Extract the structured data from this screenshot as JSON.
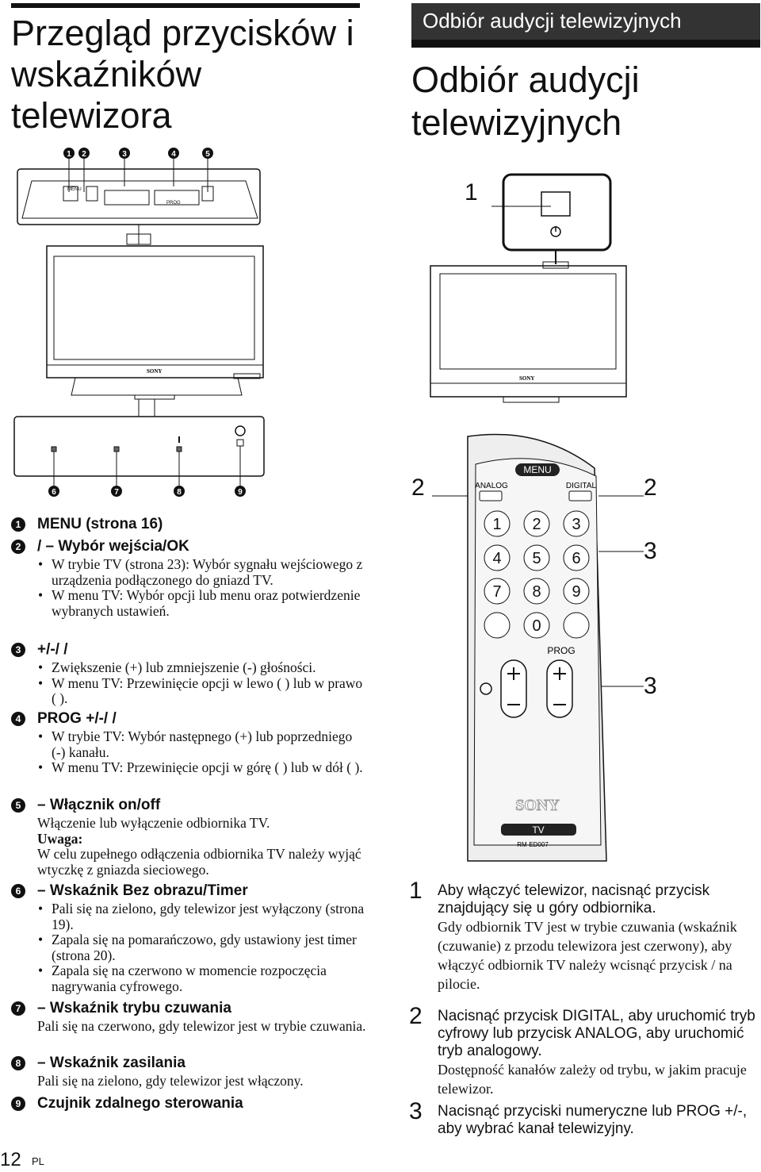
{
  "left_title": "Przegląd przycisków i wskaźników telewizora",
  "section_tab": "Odbiór audycji telewizyjnych",
  "section_title": "Odbiór audycji telewizyjnych",
  "panel_numbers": [
    "1",
    "2",
    "3",
    "4",
    "5"
  ],
  "panel_labels": {
    "menu": "MENU",
    "prog": "PROG",
    "brand_small": "SONY"
  },
  "indicator_numbers": [
    "6",
    "7",
    "8",
    "9"
  ],
  "items": [
    {
      "num": "1",
      "head": "MENU (strona 16)",
      "body": []
    },
    {
      "num": "2",
      "head": "/ – Wybór wejścia/OK",
      "body": [
        {
          "type": "bullet",
          "text": "W trybie TV (strona 23): Wybór sygnału wejściowego z urządzenia podłączonego do gniazd TV."
        },
        {
          "type": "bullet",
          "text": "W menu TV: Wybór opcji lub menu oraz potwierdzenie wybranych ustawień."
        }
      ]
    },
    {
      "num": "3",
      "head": " +/-/ / ",
      "body": [
        {
          "type": "bullet",
          "text": "Zwiększenie (+) lub zmniejszenie (-) głośności."
        },
        {
          "type": "bullet",
          "text": "W menu TV: Przewinięcie opcji w lewo ( ) lub w prawo ( )."
        }
      ]
    },
    {
      "num": "4",
      "head": "PROG +/-/ / ",
      "body": [
        {
          "type": "bullet",
          "text": "W trybie TV: Wybór następnego (+) lub poprzedniego (-) kanału."
        },
        {
          "type": "bullet",
          "text": "W menu TV: Przewinięcie opcji w górę ( ) lub w dół ( )."
        }
      ]
    },
    {
      "num": "5",
      "head": " – Włącznik on/off",
      "body": [
        {
          "type": "para",
          "text": "Włączenie lub wyłączenie odbiornika TV."
        },
        {
          "type": "bold",
          "text": "Uwaga:"
        },
        {
          "type": "para",
          "text": "W celu zupełnego odłączenia odbiornika TV należy wyjąć wtyczkę z gniazda sieciowego."
        }
      ]
    },
    {
      "num": "6",
      "head": " – Wskaźnik Bez obrazu/Timer",
      "body": [
        {
          "type": "bullet",
          "text": "Pali się na zielono, gdy telewizor jest wyłączony (strona 19)."
        },
        {
          "type": "bullet",
          "text": "Zapala się na pomarańczowo, gdy ustawiony jest timer (strona 20)."
        },
        {
          "type": "bullet",
          "text": "Zapala się na czerwono w momencie rozpoczęcia nagrywania cyfrowego."
        }
      ]
    },
    {
      "num": "7",
      "head": " – Wskaźnik trybu czuwania",
      "body": [
        {
          "type": "para",
          "text": "Pali się na czerwono, gdy telewizor jest w trybie czuwania."
        }
      ]
    },
    {
      "num": "8",
      "head": " – Wskaźnik zasilania",
      "body": [
        {
          "type": "para",
          "text": "Pali się na zielono, gdy telewizor jest włączony."
        }
      ]
    },
    {
      "num": "9",
      "head": "Czujnik zdalnego sterowania",
      "body": []
    }
  ],
  "callouts": {
    "c1": "1",
    "c2": "2",
    "c3": "3"
  },
  "remote": {
    "menu": "MENU",
    "analog": "ANALOG",
    "digital": "DIGITAL",
    "prog": "PROG",
    "keys": [
      "1",
      "2",
      "3",
      "4",
      "5",
      "6",
      "7",
      "8",
      "9",
      "0"
    ],
    "brand": "SONY",
    "tv": "TV",
    "model": "RM-ED007"
  },
  "steps": [
    {
      "n": "1",
      "head": "Aby włączyć telewizor, nacisnąć przycisk  znajdujący się u góry odbiornika.",
      "body": "Gdy odbiornik TV jest w trybie czuwania (wskaźnik  (czuwanie) z przodu telewizora jest czerwony), aby włączyć odbiornik TV należy wcisnąć przycisk / na pilocie."
    },
    {
      "n": "2",
      "head": "Nacisnąć przycisk DIGITAL, aby uruchomić tryb cyfrowy lub przycisk ANALOG, aby uruchomić tryb analogowy.",
      "body": "Dostępność kanałów zależy od trybu, w jakim pracuje telewizor."
    },
    {
      "n": "3",
      "head": "Nacisnąć przyciski numeryczne lub PROG +/-, aby wybrać kanał telewizyjny.",
      "body": ""
    }
  ],
  "page_number": "12",
  "page_lang": "PL"
}
